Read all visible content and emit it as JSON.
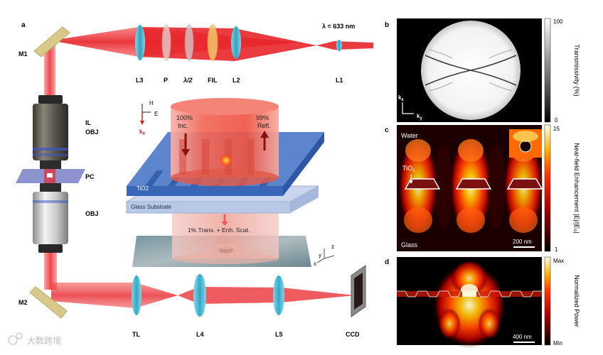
{
  "panel_a": {
    "letter": "a",
    "wavelength": "λ = 633 nm",
    "labels": {
      "M1": "M1",
      "M2": "M2",
      "L1": "L1",
      "L2": "L2",
      "L3": "L3",
      "L4": "L4",
      "L5": "L5",
      "P": "P",
      "half_wave": "λ/2",
      "FIL": "FIL",
      "IL": "IL",
      "OBJ_top": "OBJ",
      "PC": "PC",
      "OBJ_bottom": "OBJ",
      "TL": "TL",
      "CCD": "CCD"
    },
    "inset": {
      "H": "H",
      "E": "E",
      "k": "k",
      "k_sub": "0",
      "incident_pct": "100%",
      "incident_word": "Inc.",
      "reflected_pct": "99%",
      "reflected_word": "Refl.",
      "tio2": "TiO2",
      "substrate": "Glass Substrate",
      "transmission": "1% Trans. + Enh. Scat.",
      "axis_y": "y",
      "axis_z": "z",
      "axis_x": "x"
    }
  },
  "panel_b": {
    "letter": "b",
    "colorbar_max": "100",
    "colorbar_min": "0",
    "colorbar_label": "Transmissivity (%)",
    "axis_kx": "k",
    "axis_kx_sub": "x",
    "axis_ky": "k",
    "axis_ky_sub": "y"
  },
  "panel_c": {
    "letter": "c",
    "medium_top": "Water",
    "medium_bottom": "Glass",
    "tio2": "TiO",
    "tio2_sub": "2",
    "scalebar": "200 nm",
    "colorbar_max": "15",
    "colorbar_min": "1",
    "colorbar_label": "Near-field Enhancement |E|/|E₀|"
  },
  "panel_d": {
    "letter": "d",
    "scalebar": "400 nm",
    "colorbar_max": "Max",
    "colorbar_min": "Min",
    "colorbar_label": "Normalized Power"
  },
  "watermark": "大数跨境",
  "colors": {
    "laser": "#e8262b",
    "lens": "#44c6e0",
    "mirror": "#d8c98a",
    "tio2": "#4a78c8",
    "glass": "#c8d8f0"
  }
}
